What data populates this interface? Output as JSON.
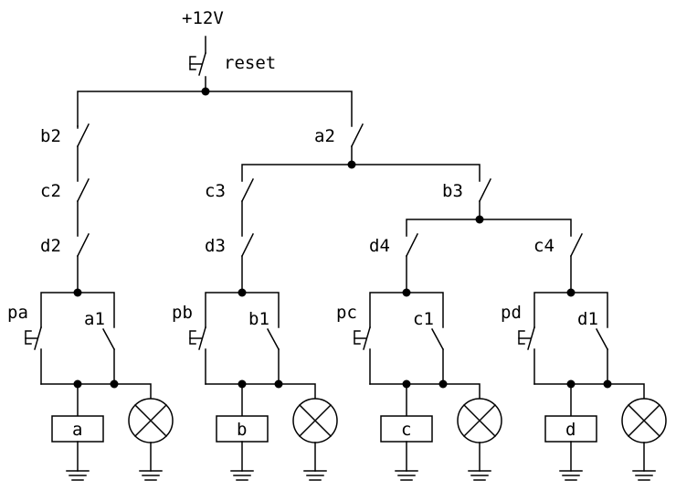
{
  "supply_label": "+12V",
  "reset_label": "reset",
  "contacts": {
    "b2": "b2",
    "c2": "c2",
    "d2": "d2",
    "a2": "a2",
    "c3": "c3",
    "d3": "d3",
    "b3": "b3",
    "d4": "d4",
    "c4": "c4"
  },
  "cells": [
    {
      "button": "pa",
      "hold": "a1",
      "coil": "a"
    },
    {
      "button": "pb",
      "hold": "b1",
      "coil": "b"
    },
    {
      "button": "pc",
      "hold": "c1",
      "coil": "c"
    },
    {
      "button": "pd",
      "hold": "d1",
      "coil": "d"
    }
  ]
}
